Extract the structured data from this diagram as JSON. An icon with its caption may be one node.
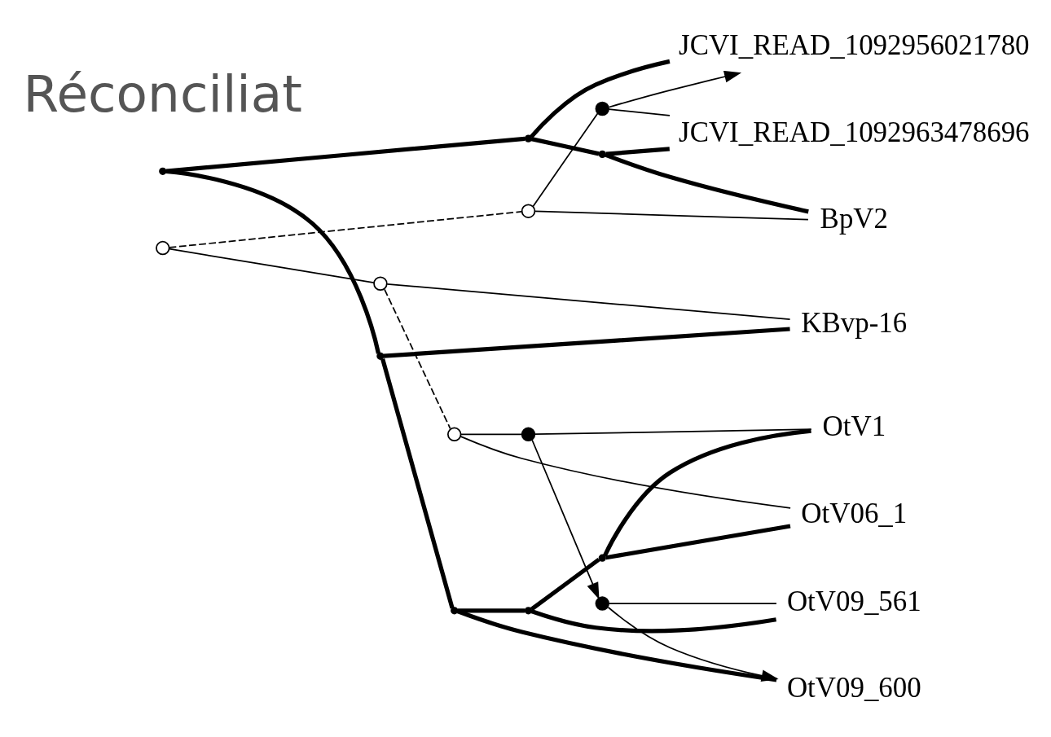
{
  "diagram": {
    "nodes": [
      {
        "text": [
          "JCVI_READ_1092956021780"
        ]
      },
      {
        "text": [
          "JCVI_READ_1092963478696"
        ]
      },
      {
        "text": [
          "BpV2"
        ]
      },
      {
        "text": [
          "KBvp-16"
        ]
      },
      {
        "text": [
          "OtV1"
        ]
      },
      {
        "text": [
          "OtV06_1"
        ]
      },
      {
        "text": [
          "OtV09_561"
        ]
      },
      {
        "text": [
          "OtV09_600"
        ]
      },
      {
        "text": [],
        "shape": "point"
      },
      {
        "text": [],
        "shape": "point"
      },
      {
        "text": [],
        "shape": "point"
      },
      {
        "text": [],
        "shape": "point"
      },
      {
        "text": [],
        "shape": "point"
      },
      {
        "text": [],
        "shape": "point"
      },
      {
        "text": [],
        "shape": "point"
      },
      {
        "text": [],
        "shape": "circle"
      },
      {
        "text": [],
        "shape": "circle"
      },
      {
        "text": [],
        "shape": "circle"
      },
      {
        "text": [],
        "shape": "circle"
      },
      {
        "text": [],
        "shape": "dot"
      },
      {
        "text": [],
        "shape": "dot"
      },
      {
        "text": [],
        "shape": "dot"
      }
    ],
    "edges": [
      {
        "from": 8,
        "to": 9,
        "arrow": "none",
        "style": "thick"
      },
      {
        "from": 9,
        "to": 0,
        "arrow": "none",
        "style": "thick"
      },
      {
        "from": 9,
        "to": 10,
        "arrow": "none",
        "style": "thick"
      },
      {
        "from": 10,
        "to": 1,
        "arrow": "none",
        "style": "thick"
      },
      {
        "from": 10,
        "to": 2,
        "arrow": "none",
        "style": "thick"
      },
      {
        "from": 8,
        "to": 11,
        "arrow": "none",
        "style": "thick"
      },
      {
        "from": 11,
        "to": 3,
        "arrow": "none",
        "style": "thick"
      },
      {
        "from": 11,
        "to": 12,
        "arrow": "none",
        "style": "thick"
      },
      {
        "from": 12,
        "to": 13,
        "arrow": "none",
        "style": "thick"
      },
      {
        "from": 13,
        "to": 14,
        "arrow": "none",
        "style": "thick"
      },
      {
        "from": 14,
        "to": 4,
        "arrow": "none",
        "style": "thick"
      },
      {
        "from": 14,
        "to": 5,
        "arrow": "none",
        "style": "thick"
      },
      {
        "from": 13,
        "to": 6,
        "arrow": "none",
        "style": "thick"
      },
      {
        "from": 12,
        "to": 7,
        "arrow": "none",
        "style": "thick"
      },
      {
        "from": 15,
        "to": 16,
        "arrow": "none",
        "style": "dashed"
      },
      {
        "from": 15,
        "to": 17,
        "arrow": "none"
      },
      {
        "from": 16,
        "to": 19,
        "arrow": "none"
      },
      {
        "from": 16,
        "to": 2,
        "arrow": "none"
      },
      {
        "from": 19,
        "to": 1,
        "arrow": "none"
      },
      {
        "from": 19,
        "to": 0,
        "arrow": "to"
      },
      {
        "from": 17,
        "to": 3,
        "arrow": "none"
      },
      {
        "from": 17,
        "to": 18,
        "arrow": "none",
        "style": "dashed"
      },
      {
        "from": 18,
        "to": 20,
        "arrow": "none"
      },
      {
        "from": 18,
        "to": 5,
        "arrow": "none"
      },
      {
        "from": 20,
        "to": 4,
        "arrow": "none"
      },
      {
        "from": 20,
        "to": 21,
        "arrow": "to"
      },
      {
        "from": 21,
        "to": 6,
        "arrow": "none"
      },
      {
        "from": 21,
        "to": 7,
        "arrow": "to"
      }
    ],
    "labels": [
      "Réconciliat"
    ]
  }
}
